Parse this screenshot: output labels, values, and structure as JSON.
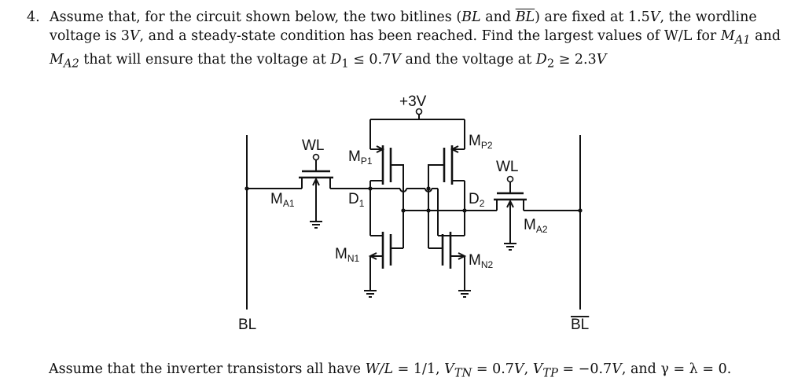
{
  "problem": {
    "number": "4.",
    "t1": "Assume that, for the circuit shown below, the two bitlines (",
    "bl": "BL",
    "and": " and ",
    "blbar": "BL",
    "t2": ") are fixed at 1.5",
    "v1": "V",
    "t3": ", the wordline voltage is 3",
    "v2": "V",
    "t4": ", and a steady-state condition has been reached. Find the largest values of W/L for ",
    "ma1": "M",
    "ma1sub": "A1",
    "t5": " and ",
    "ma2": "M",
    "ma2sub": "A2",
    "t6": " that will ensure that the voltage at ",
    "d1": "D",
    "d1sub": "1",
    "t7": " ≤ 0.7",
    "v3": "V",
    "t8": " and the voltage at ",
    "d2": "D",
    "d2sub": "2",
    "t9": " ≥ 2.3",
    "v4": "V"
  },
  "circuit": {
    "supply": "+3V",
    "wl_left": "WL",
    "wl_right": "WL",
    "bl_label": "BL",
    "blbar_label": "BL",
    "ma1": "M",
    "ma1_sub": "A1",
    "ma2": "M",
    "ma2_sub": "A2",
    "mp1": "M",
    "mp1_sub": "P1",
    "mp2": "M",
    "mp2_sub": "P2",
    "mn1": "M",
    "mn1_sub": "N1",
    "mn2": "M",
    "mn2_sub": "N2",
    "d1": "D",
    "d1_sub": "1",
    "d2": "D",
    "d2_sub": "2"
  },
  "footer": {
    "t1": "Assume that the inverter transistors all have ",
    "wl": "W/L",
    "t2": " = 1/1, ",
    "vtn": "V",
    "vtn_sub": "TN",
    "t3": " = 0.7",
    "v1": "V",
    "t4": ", ",
    "vtp": "V",
    "vtp_sub": "TP",
    "t5": " = −0.7",
    "v2": "V",
    "t6": ", and ",
    "gamma": "γ = λ = 0."
  }
}
